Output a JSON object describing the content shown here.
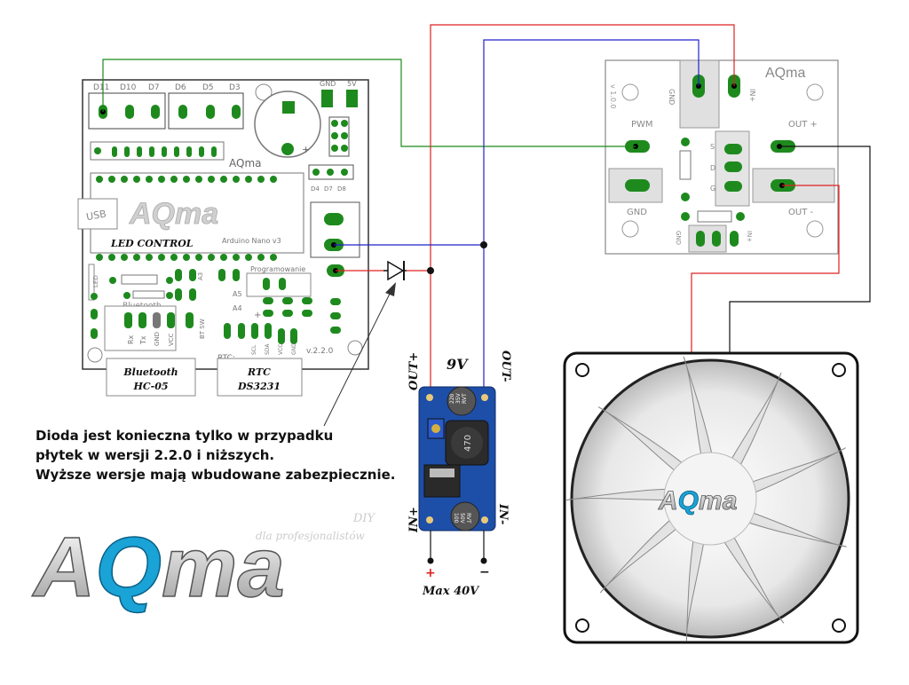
{
  "controller": {
    "pins_top": [
      "D11",
      "D10",
      "D7",
      "D6",
      "D5",
      "D3"
    ],
    "brand": "AQma",
    "usb_label": "USB",
    "logo_text": "AQma",
    "led_control": "LED CONTROL",
    "nano_label": "Arduino Nano v3",
    "gnd_label": "GND",
    "v5_label": "5V",
    "d_pins": [
      "D4",
      "D7",
      "D8"
    ],
    "programowanie": "Programowanie",
    "bluetooth_label": "Bluetooth",
    "bt_pins": [
      "Rx",
      "Tx",
      "GND",
      "VCC"
    ],
    "bt_sw": "BT SW",
    "rtc_pins": [
      "SCL",
      "SDA",
      "VCC",
      "GND"
    ],
    "rtc_label": "RTC:",
    "version": "v.2.2.0",
    "led_mark": "LED",
    "a_pins": [
      "A3",
      "A4",
      "A5"
    ],
    "module_bluetooth": [
      "Bluetooth",
      "HC-05"
    ],
    "module_rtc": [
      "RTC",
      "DS3231"
    ]
  },
  "mosfet": {
    "brand": "AQma",
    "version": "v 1.0.0",
    "gnd_top": "GND",
    "in_plus_top": "IN+",
    "pwm": "PWM",
    "out_plus": "OUT +",
    "out_minus": "OUT -",
    "gnd_left": "GND",
    "sdg": [
      "S",
      "D",
      "G"
    ],
    "gnd_bottom": "GND",
    "in_plus_bottom": "IN+"
  },
  "converter": {
    "voltage": "9V",
    "out_plus": "OUT+",
    "out_minus": "OUT-",
    "in_plus": "IN+",
    "in_minus": "IN-",
    "max_label": "Max 40V",
    "cap_text": [
      "220",
      "35V",
      "RVT"
    ],
    "inductor_text": "470",
    "cap2_text": [
      "100",
      "50V",
      "RVT"
    ]
  },
  "note": [
    "Dioda jest konieczna tylko w przypadku",
    "płytek w wersji 2.2.0 i niższych.",
    "Wyższe wersje mają wbudowane zabezpiecznie."
  ],
  "logo": {
    "diy": "DIY",
    "tagline": "dla profesjonalistów",
    "text_a": "A",
    "text_q": "Q",
    "text_ma": "ma"
  },
  "fan": {
    "logo_a": "A",
    "logo_q": "Q",
    "logo_ma": "ma"
  },
  "colors": {
    "wire_red": "#e02020",
    "wire_blue": "#2222cc",
    "wire_green": "#1a8a1a",
    "wire_black": "#111111",
    "pad": "#1e8a1e",
    "brand_blue": "#1aa3d6"
  },
  "icons": [
    "diode-icon",
    "arrow-icon",
    "fan-icon"
  ]
}
